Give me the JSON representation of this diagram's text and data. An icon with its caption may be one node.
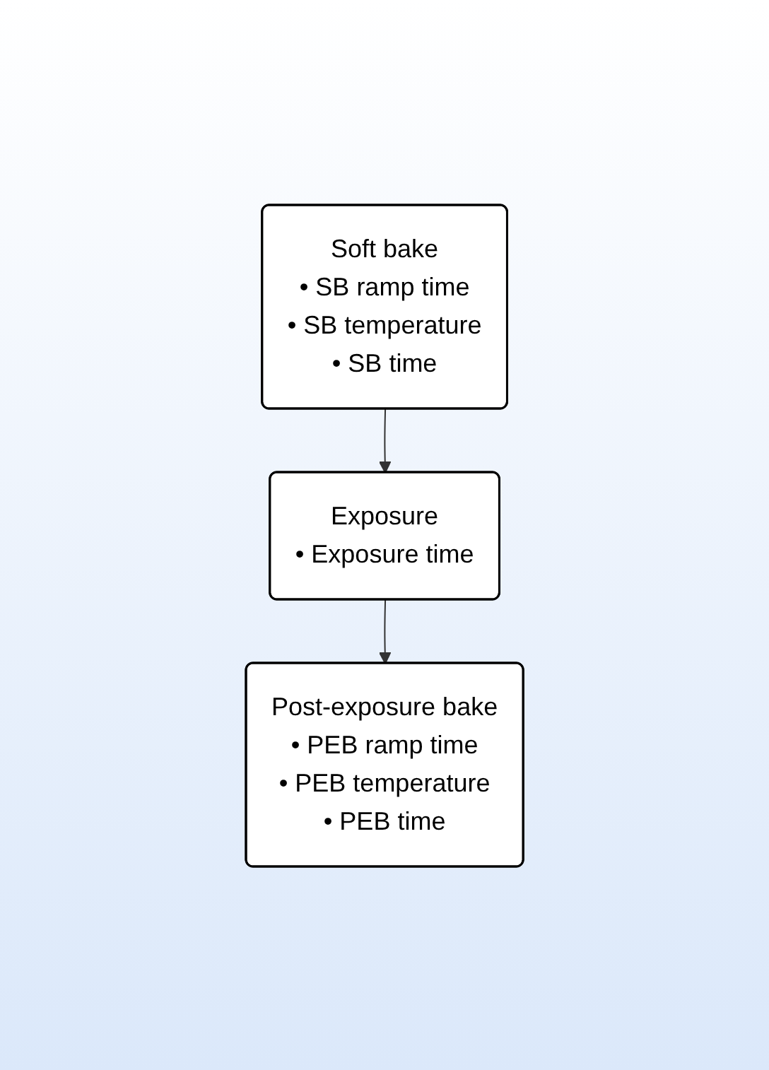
{
  "diagram": {
    "nodes": [
      {
        "text": [
          "Soft bake",
          "• SB ramp time",
          "• SB temperature",
          "• SB time"
        ]
      },
      {
        "text": [
          "Exposure",
          "• Exposure time"
        ]
      },
      {
        "text": [
          "Post-exposure bake",
          "• PEB ramp time",
          "• PEB temperature",
          "• PEB time"
        ]
      }
    ],
    "edges": [
      {
        "from": 0,
        "to": 1,
        "arrow": "to"
      },
      {
        "from": 1,
        "to": 2,
        "arrow": "to"
      }
    ]
  }
}
